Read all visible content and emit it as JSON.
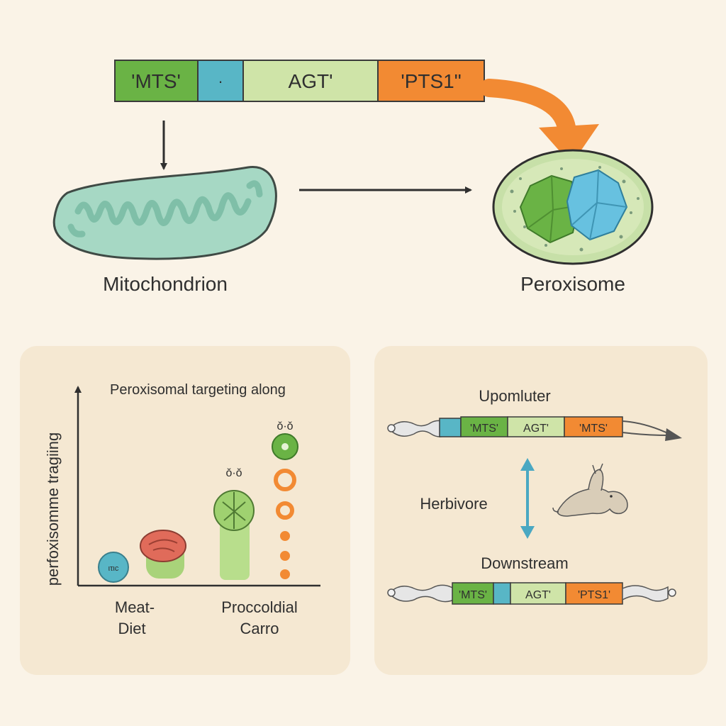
{
  "top_construct": {
    "segments": [
      {
        "label": "'MTS'",
        "color": "#6ab345"
      },
      {
        "label": "·",
        "color": "#58b6c6"
      },
      {
        "label": "AGT'",
        "color": "#cfe4a8"
      },
      {
        "label": "'PTS1\"",
        "color": "#f28a33"
      }
    ]
  },
  "organelles": {
    "mitochondrion_label": "Mitochondrion",
    "peroxisome_label": "Peroxisome"
  },
  "chart_panel": {
    "title": "Peroxisomal targeting along",
    "ylabel": "perfoxisomme tragiing",
    "categories": [
      {
        "line1": "Meat-",
        "line2": "Diet"
      },
      {
        "line1": "Proccoldial",
        "line2": "Carro"
      }
    ],
    "dots_label_1": "ǒ·ǒ",
    "dots_label_2": "ǒ·ǒ",
    "small_circle_text": "ιτιc"
  },
  "gene_panel": {
    "upper_label": "Upomluter",
    "upper_segments": [
      {
        "label": "'MTS'",
        "color": "#6ab345"
      },
      {
        "label": "AGT'",
        "color": "#cfe4a8"
      },
      {
        "label": "'MTS'",
        "color": "#f28a33"
      }
    ],
    "middle_label": "Herbivore",
    "lower_label": "Downstream",
    "lower_segments": [
      {
        "label": "'MTS'",
        "color": "#6ab345"
      },
      {
        "label": "AGT'",
        "color": "#cfe4a8"
      },
      {
        "label": "'PTS1'",
        "color": "#f28a33"
      }
    ]
  },
  "colors": {
    "background": "#faf3e7",
    "panel": "#f5e8d2",
    "green": "#6ab345",
    "teal": "#58b6c6",
    "light_green": "#cfe4a8",
    "orange": "#f28a33",
    "mito_fill": "#a6d8c4"
  },
  "icons": [
    "down-arrow-icon",
    "right-arrow-icon",
    "curved-arrow-icon",
    "double-arrow-icon",
    "animal-icon"
  ]
}
